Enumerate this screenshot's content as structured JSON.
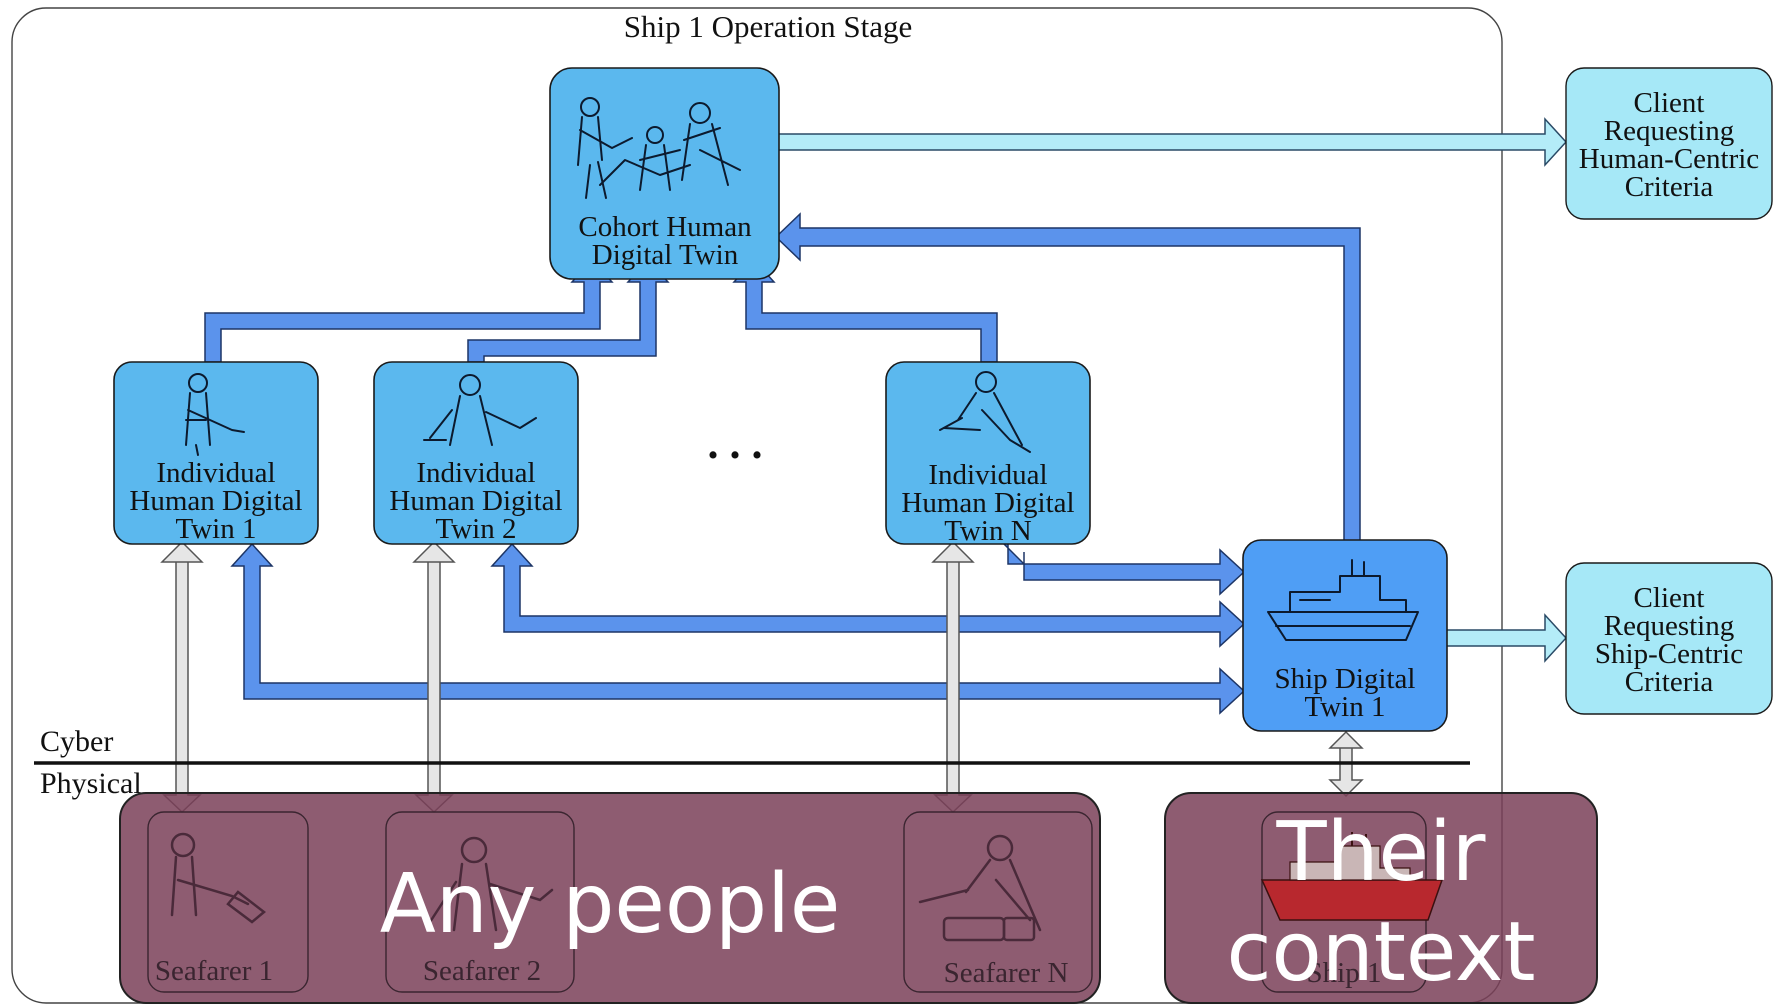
{
  "stage_title": "Ship 1 Operation Stage",
  "cohort_twin": {
    "line1": "Cohort Human",
    "line2": "Digital Twin",
    "icon": "crew-group-icon"
  },
  "individual_twins": [
    {
      "line1": "Individual",
      "line2": "Human Digital",
      "line3": "Twin 1",
      "icon": "officer-icon"
    },
    {
      "line1": "Individual",
      "line2": "Human Digital",
      "line3": "Twin 2",
      "icon": "engineer-icon"
    },
    {
      "line1": "Individual",
      "line2": "Human Digital",
      "line3": "Twin N",
      "icon": "deckhand-icon"
    }
  ],
  "ellipsis": ". . .",
  "ship_twin": {
    "line1": "Ship Digital",
    "line2": "Twin 1",
    "icon": "ship-icon"
  },
  "clients": [
    {
      "line1": "Client",
      "line2": "Requesting",
      "line3": "Human-Centric",
      "line4": "Criteria"
    },
    {
      "line1": "Client",
      "line2": "Requesting",
      "line3": "Ship-Centric",
      "line4": "Criteria"
    }
  ],
  "layers": {
    "cyber": "Cyber",
    "physical": "Physical"
  },
  "seafarers": [
    "Seafarer 1",
    "Seafarer 2",
    "Seafarer N"
  ],
  "ship_physical": "Ship 1",
  "overlays": {
    "people": "Any people",
    "context_line1": "Their",
    "context_line2": "context"
  },
  "colors": {
    "twin_fill": "#5bb8ee",
    "ship_twin_fill": "#4f9ef5",
    "client_fill": "#a6e8f7",
    "blue_arrow": "#5b93ec",
    "light_arrow": "#b4ecf8",
    "grey_arrow": "#e6e6e6",
    "overlay_fill": "#7a4058"
  }
}
